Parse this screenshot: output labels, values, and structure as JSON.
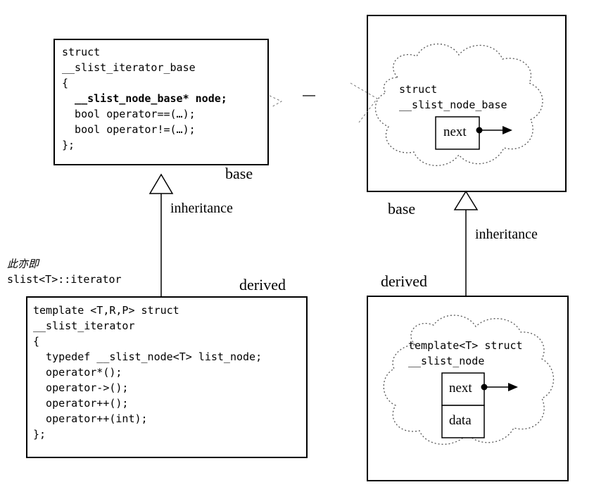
{
  "iterator_base": {
    "lines": [
      "struct",
      "__slist_iterator_base",
      "{",
      "  __slist_node_base* node;",
      "  bool operator==(…);",
      "  bool operator!=(…);",
      "};"
    ],
    "label": "base"
  },
  "iterator": {
    "lines": [
      "template <T,R,P> struct",
      "__slist_iterator",
      "{",
      "  typedef __slist_node<T> list_node;",
      "  operator*();",
      "  operator->();",
      "  operator++();",
      "  operator++(int);",
      "};"
    ],
    "label": "derived",
    "alias_note": "此亦即",
    "alias_name": "slist<T>::iterator"
  },
  "node_base": {
    "lines": [
      "struct",
      "__slist_node_base"
    ],
    "next_label": "next",
    "label": "base"
  },
  "node": {
    "lines": [
      "template<T> struct",
      "__slist_node"
    ],
    "next_label": "next",
    "data_label": "data",
    "label": "derived"
  },
  "relations": {
    "left": "inheritance",
    "right": "inheritance"
  }
}
